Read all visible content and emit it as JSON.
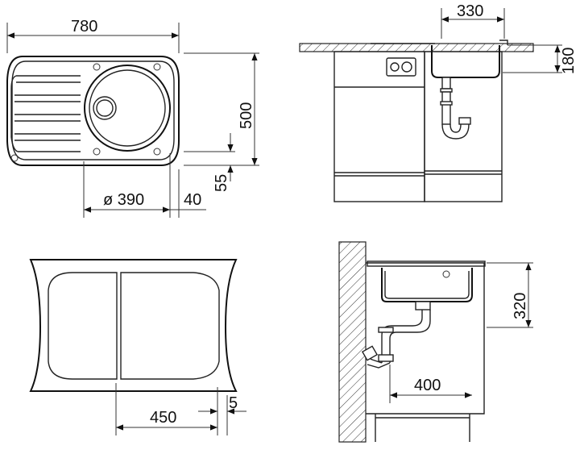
{
  "dimensions": {
    "top_view": {
      "width": "780",
      "bowl_diameter": "ø 390",
      "offset": "40",
      "depth": "500",
      "drain_offset": "55"
    },
    "side_section": {
      "bowl_width": "330",
      "bowl_depth": "180"
    },
    "cabinet_view": {
      "cabinet_width": "450",
      "margin": "5"
    },
    "wall_section": {
      "bowl_height": "320",
      "clearance": "400"
    }
  },
  "colors": {
    "line": "#222222",
    "background": "#ffffff"
  }
}
